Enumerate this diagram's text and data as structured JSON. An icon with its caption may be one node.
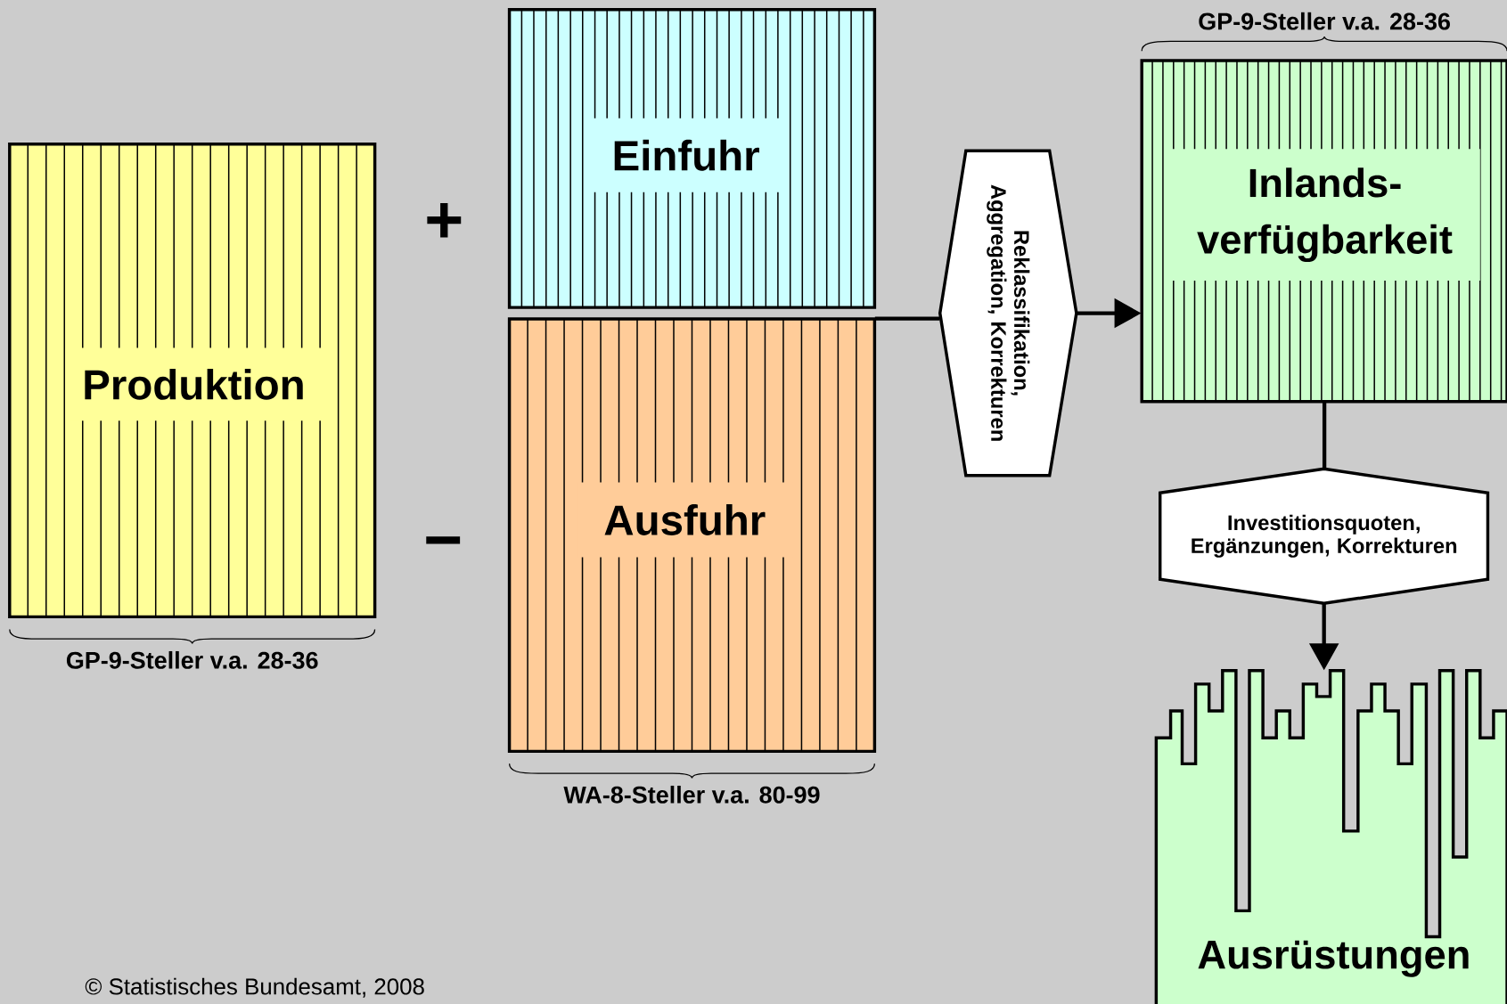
{
  "diagram": {
    "nodes": [
      {
        "text": [
          "Produktion"
        ],
        "beside": [
          "GP-9-Steller  v.a. 28-36"
        ]
      },
      {
        "text": [
          "Einfuhr"
        ]
      },
      {
        "text": [
          "Ausfuhr"
        ],
        "beside": [
          "WA-8-Steller  v.a. 80-99"
        ]
      },
      {
        "text": [
          "Reklassifikation, Aggregation, Korrekturen"
        ]
      },
      {
        "text": [
          "Inlands- verfügbarkeit"
        ],
        "beside": [
          "GP-9-Steller  v.a. 28-36"
        ]
      },
      {
        "text": [
          "Investitionsquoten, Ergänzungen, Korrekturen"
        ]
      },
      {
        "text": [
          "Ausrüstungen"
        ]
      }
    ],
    "edges": [
      {
        "from": 2,
        "to": 3,
        "arrow": "none"
      },
      {
        "from": 3,
        "to": 4,
        "arrow": "to"
      },
      {
        "from": 4,
        "to": 5,
        "arrow": "none"
      },
      {
        "from": 5,
        "to": 6,
        "arrow": "to"
      }
    ],
    "labels": [
      "+",
      "−",
      "© Statistisches Bundesamt, 2008"
    ]
  }
}
